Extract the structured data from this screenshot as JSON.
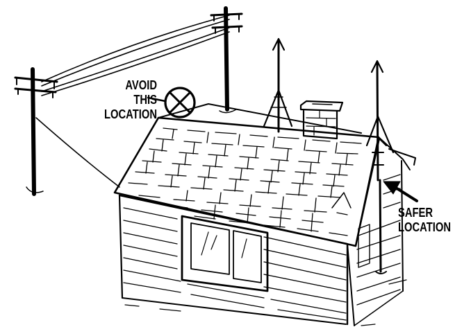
{
  "labels": {
    "avoid": [
      "AVOID",
      "THIS",
      "LOCATION"
    ],
    "safer": [
      "SAFER",
      "LOCATION"
    ]
  },
  "colors": {
    "ink": "#000000",
    "paper": "#ffffff"
  },
  "icons": {
    "avoid_marker": "crossed-circle-icon",
    "safer_pointer": "arrow-icon"
  }
}
